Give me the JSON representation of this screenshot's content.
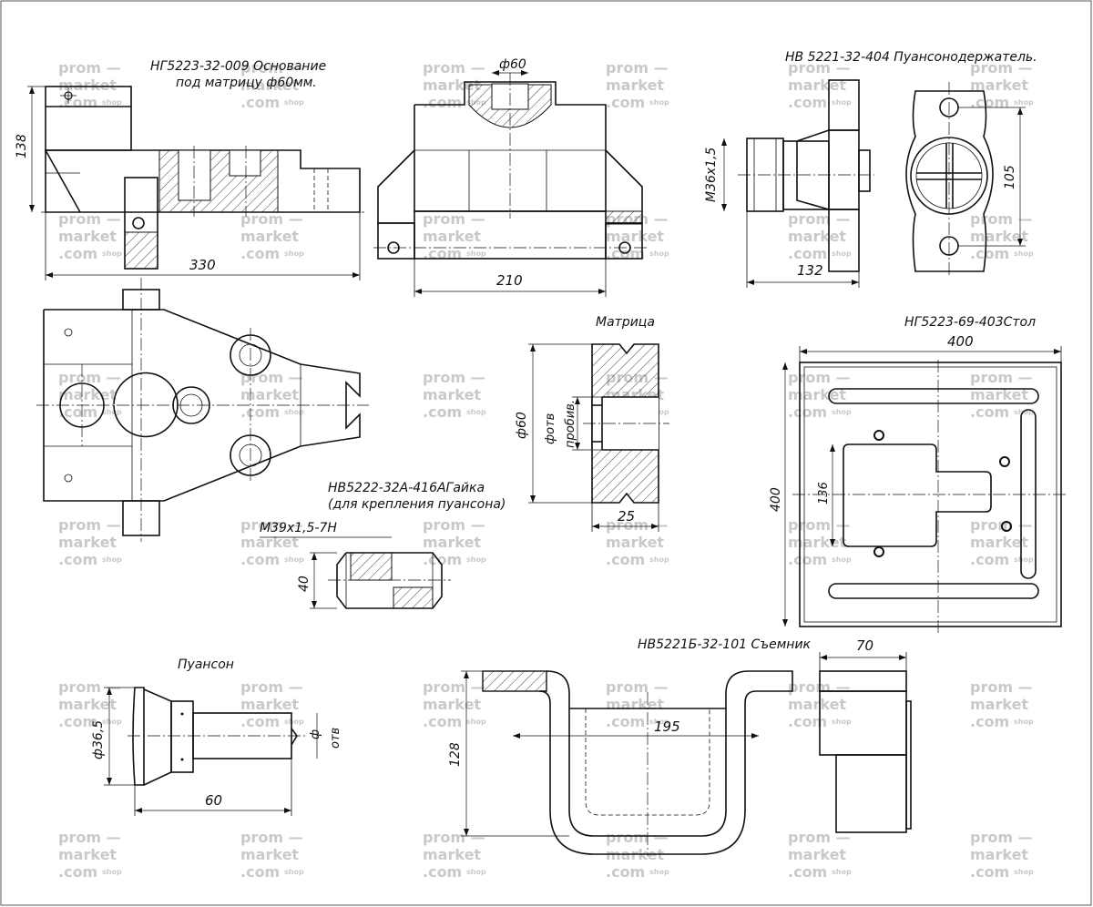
{
  "parts": {
    "base_title_1": "НГ5223-32-009 Основание",
    "base_title_2": "под матрицу ф60мм.",
    "holder_title": "НВ 5221-32-404 Пуансонодержатель.",
    "matrix_title": "Матрица",
    "table_title": "НГ5223-69-403Стол",
    "nut_title_1": "НВ5222-32А-416АГайка",
    "nut_title_2": "(для крепления пуансона)",
    "punch_title": "Пуансон",
    "stripper_title": "НВ5221Б-32-101 Съемник"
  },
  "dimensions": {
    "base_height": "138",
    "base_length": "330",
    "base_dia": "ф60",
    "base_width": "210",
    "holder_thread": "М36х1,5",
    "holder_length": "132",
    "holder_height": "105",
    "matrix_dia": "ф60",
    "matrix_hole_1": "фотв",
    "matrix_hole_2": "пробив.",
    "matrix_width": "25",
    "table_width": "400",
    "table_height": "400",
    "table_inner": "136",
    "nut_thread": "М39х1,5-7Н",
    "nut_height": "40",
    "punch_dia": "ф36,5",
    "punch_tip_1": "ф",
    "punch_tip_2": "отв",
    "punch_length": "60",
    "stripper_height": "128",
    "stripper_inner": "195",
    "stripper_width": "70"
  },
  "watermark": {
    "line1": "prom —",
    "line2": "market",
    "line3": ".com",
    "suffix": "shop"
  }
}
